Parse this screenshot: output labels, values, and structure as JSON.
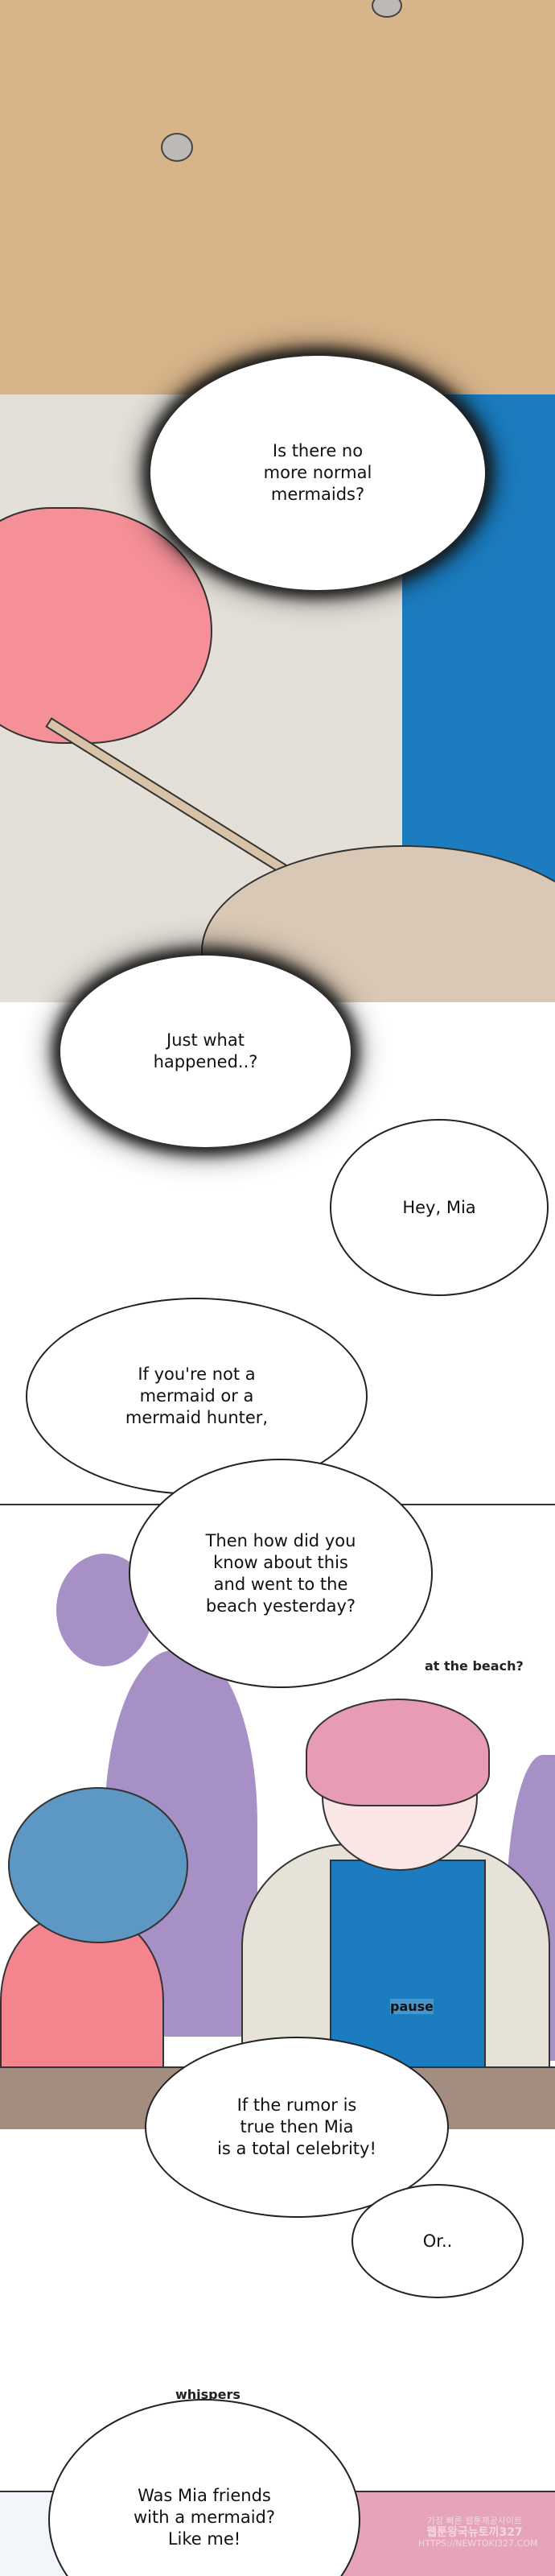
{
  "colors": {
    "sand": "#d8b48a",
    "cloth_gray": "#e4e0d8",
    "blue": "#1b7cbf",
    "skin": "#f58f98",
    "purple": "#a690c6",
    "pink_hair": "#e79bb4",
    "blue_hair": "#5d98c4",
    "table": "#a38d80",
    "bottom_pink": "#e5a4bc"
  },
  "bubbles": {
    "b1": "Is there no\nmore normal\nmermaids?",
    "b2": "Just what\nhappened..?",
    "b3": "Hey, Mia",
    "b4": "If you're not a\nmermaid or a\nmermaid hunter,",
    "b5": "Then how did you\nknow about this\nand went to the\nbeach yesterday?",
    "b6": "If the rumor is\ntrue then Mia\nis a total celebrity!",
    "b7": "Or..",
    "b8": "Was Mia friends\nwith a mermaid?\nLike me!"
  },
  "sfx": {
    "at_beach": "at the beach?",
    "pause": "pause",
    "whispers": "whispers"
  },
  "watermark": {
    "line1": "가장 빠른 웹툰제공사이트",
    "line2": "웹툰왕국뉴토끼327",
    "line3": "HTTPS://NEWTOKI327.COM"
  }
}
